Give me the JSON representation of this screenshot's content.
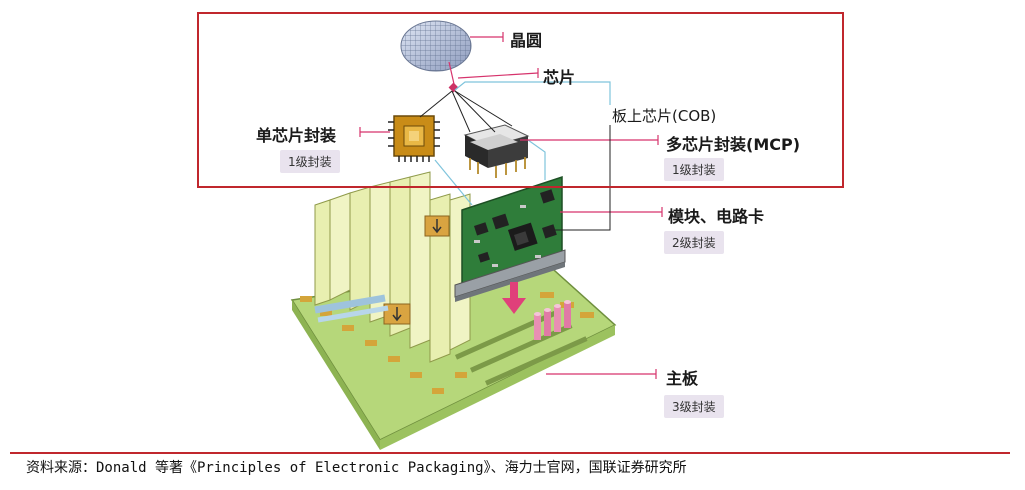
{
  "labels": {
    "wafer": "晶圆",
    "chip": "芯片",
    "cob": "板上芯片(COB)",
    "single_pkg": "单芯片封装",
    "mcp": "多芯片封装(MCP)",
    "module": "模块、电路卡",
    "motherboard": "主板"
  },
  "badges": {
    "single_level": "1级封装",
    "mcp_level": "1级封装",
    "module_level": "2级封装",
    "board_level": "3级封装"
  },
  "source": "资料来源：Donald 等著《Principles of Electronic Packaging》、海力士官网，国联证券研究所",
  "colors": {
    "accent_red": "#c0272d",
    "leader_pink": "#d6336c",
    "badge_bg": "#e9e3ee",
    "board_green": "#b6d77a",
    "pcb_green": "#2f7d3a"
  },
  "icons": {
    "wafer": "wafer-icon",
    "single_chip_package": "single-chip-package-icon",
    "multi_chip_package": "multi-chip-package-icon",
    "circuit_card": "circuit-card-icon",
    "motherboard": "motherboard-icon"
  }
}
